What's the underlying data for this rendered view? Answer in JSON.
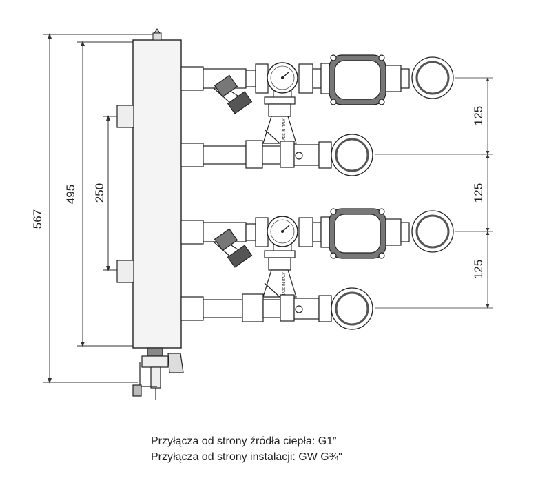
{
  "dimensions": {
    "total_height": "567",
    "body_height": "495",
    "port_spacing": "250",
    "spacing_1": "125",
    "spacing_2": "125",
    "spacing_3": "125"
  },
  "valve_marking": "MADE IN ITALY",
  "captions": {
    "line1": "Przyłącza od strony źródła ciepła: G1”",
    "line2": "Przyłącza od strony instalacji: GW G¾\""
  },
  "colors": {
    "line": "#222222",
    "dim": "#333333",
    "body_fill": "#f4f4f4",
    "knob": "#555555"
  }
}
